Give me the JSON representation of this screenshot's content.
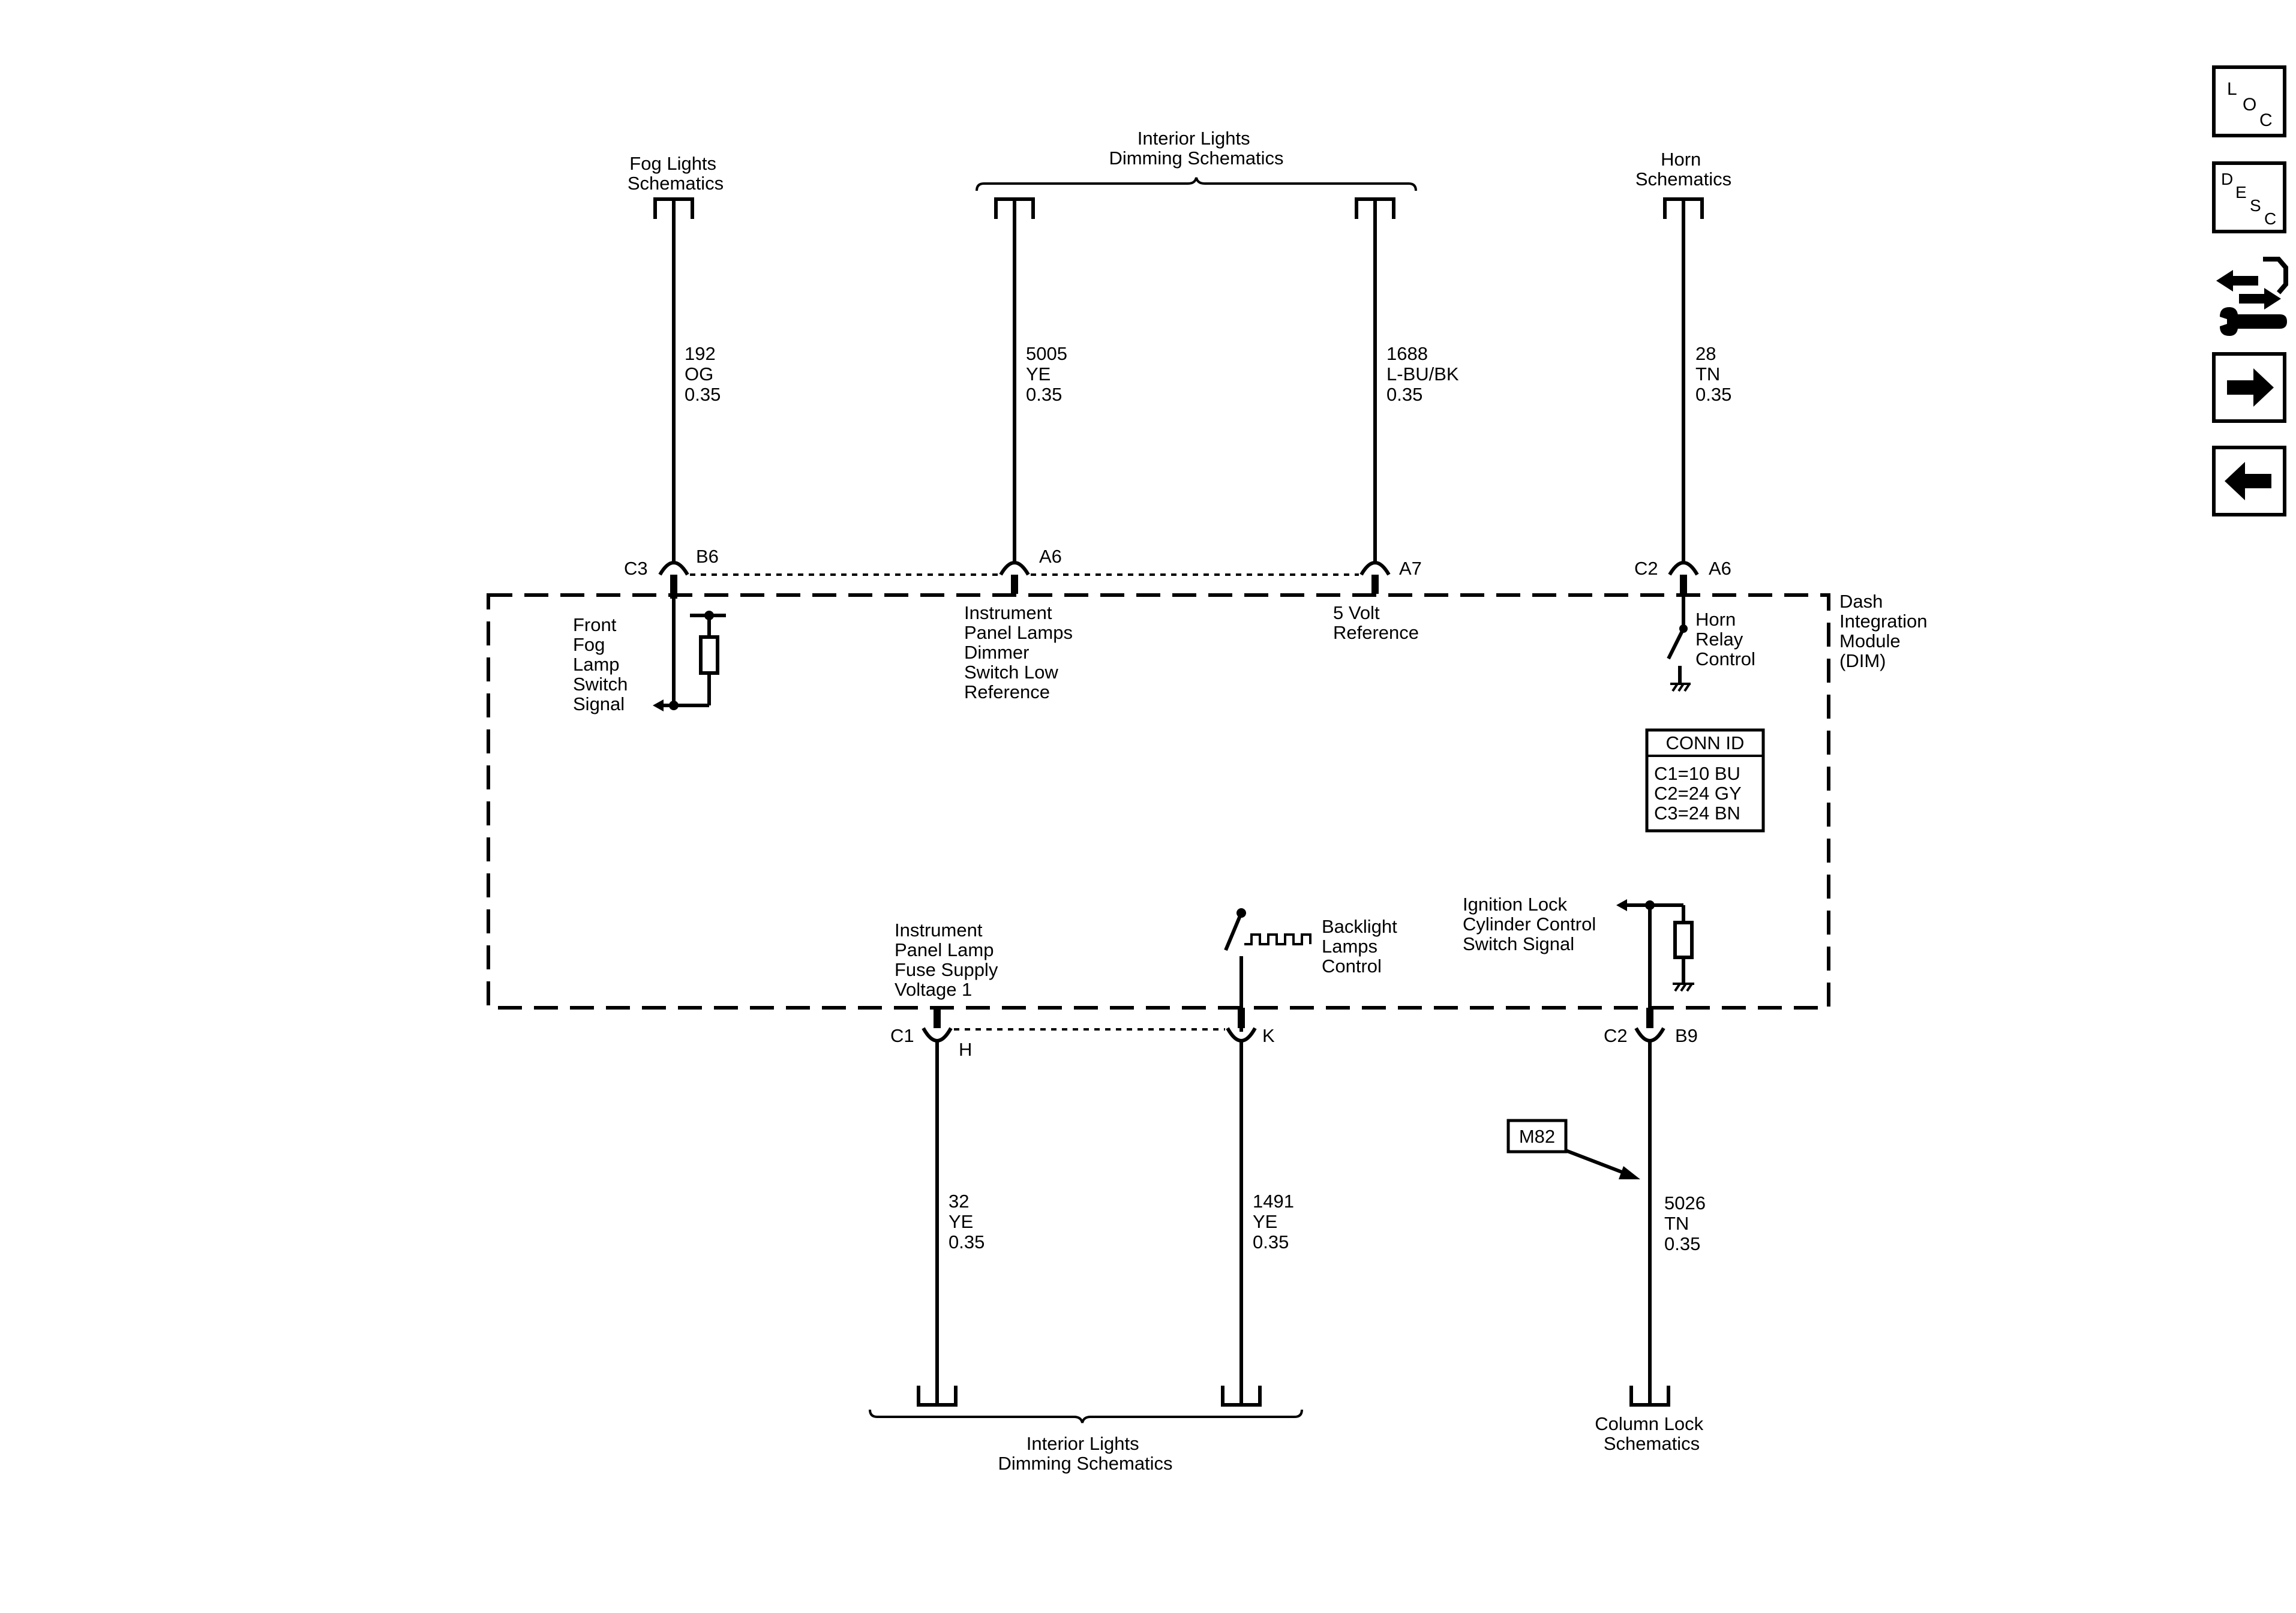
{
  "top_refs": {
    "fog": [
      "Fog Lights",
      "Schematics"
    ],
    "interior": [
      "Interior Lights",
      "Dimming Schematics"
    ],
    "horn": [
      "Horn",
      "Schematics"
    ]
  },
  "bottom_refs": {
    "interior": [
      "Interior Lights",
      "Dimming Schematics"
    ],
    "column": [
      "Column Lock",
      "Schematics"
    ]
  },
  "wires": {
    "w192": [
      "192",
      "OG",
      "0.35"
    ],
    "w5005": [
      "5005",
      "YE",
      "0.35"
    ],
    "w1688": [
      "1688",
      "L-BU/BK",
      "0.35"
    ],
    "w28": [
      "28",
      "TN",
      "0.35"
    ],
    "w32": [
      "32",
      "YE",
      "0.35"
    ],
    "w1491": [
      "1491",
      "YE",
      "0.35"
    ],
    "w5026": [
      "5026",
      "TN",
      "0.35"
    ]
  },
  "connectors": {
    "c3": "C3",
    "b6": "B6",
    "a6_top": "A6",
    "a7": "A7",
    "c2_top": "C2",
    "a6_horn": "A6",
    "c1": "C1",
    "h": "H",
    "k": "K",
    "c2_bottom": "C2",
    "b9": "B9"
  },
  "module": [
    "Dash",
    "Integration",
    "Module",
    "(DIM)"
  ],
  "signals": {
    "fog_switch": [
      "Front",
      "Fog",
      "Lamp",
      "Switch",
      "Signal"
    ],
    "ip_dimmer": [
      "Instrument",
      "Panel Lamps",
      "Dimmer",
      "Switch Low",
      "Reference"
    ],
    "five_volt": [
      "5 Volt",
      "Reference"
    ],
    "horn_relay": [
      "Horn",
      "Relay",
      "Control"
    ],
    "ip_fuse": [
      "Instrument",
      "Panel Lamp",
      "Fuse Supply",
      "Voltage 1"
    ],
    "backlight": [
      "Backlight",
      "Lamps",
      "Control"
    ],
    "ignition_lock": [
      "Ignition Lock",
      "Cylinder Control",
      "Switch Signal"
    ]
  },
  "conn_id": {
    "title": "CONN ID",
    "rows": [
      "C1=10 BU",
      "C2=24 GY",
      "C3=24 BN"
    ]
  },
  "option_tag": "M82",
  "nav": {
    "loc": [
      "L",
      "O",
      "C"
    ],
    "desc": [
      "D",
      "E",
      "S",
      "C"
    ]
  }
}
